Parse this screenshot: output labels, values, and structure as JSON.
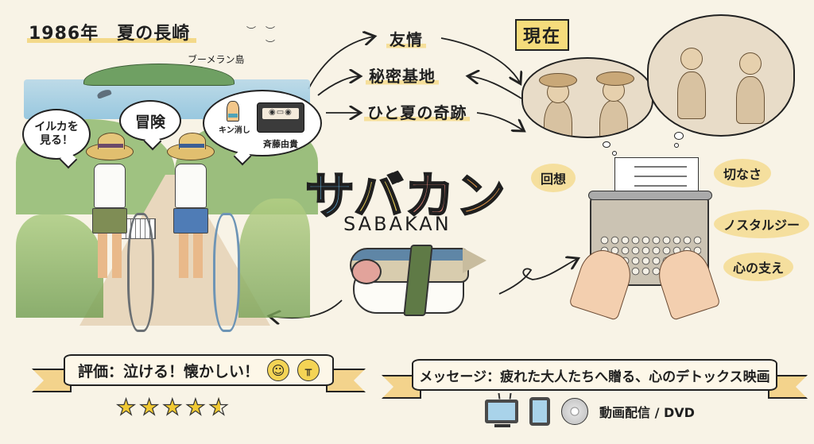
{
  "header": {
    "title": "1986年　夏の長崎"
  },
  "scene": {
    "island_label": "ブーメラン島",
    "bubbles": {
      "dolphin": "イルカを\n見る！",
      "adventure": "冒険",
      "items": [
        {
          "label": "キン消し",
          "icon": "kinkeshi-figure-icon"
        },
        {
          "label": "斉藤由貴",
          "icon": "cassette-tape-icon"
        }
      ]
    }
  },
  "keywords": [
    "友情",
    "秘密基地",
    "ひと夏の奇跡"
  ],
  "present": {
    "label": "現在"
  },
  "logo": {
    "chars": [
      "サ",
      "バ",
      "カ",
      "ン"
    ],
    "romaji": "SABAKAN",
    "colors": [
      "#62b4e4",
      "#f0d45a",
      "#f08b7e",
      "#f2a24e",
      "#5fa9e0"
    ]
  },
  "emotions": [
    "回想",
    "切なさ",
    "ノスタルジー",
    "心の支え"
  ],
  "rating": {
    "text": "評価：泣ける！懐かしい！",
    "faces": [
      "smiling-face-icon",
      "crying-face-icon"
    ],
    "stars": 4.5,
    "max_stars": 5,
    "star_glyphs": {
      "full": "★",
      "half": "★",
      "empty": "☆"
    }
  },
  "message": {
    "text": "メッセージ：疲れた大人たちへ贈る、心のデトックス映画",
    "media": [
      "tv-icon",
      "tablet-icon",
      "dvd-disc-icon"
    ],
    "media_label": "動画配信 / DVD"
  },
  "colors": {
    "background": "#f8f3e6",
    "highlight": "#f6df9a",
    "present_box": "#f6dc7c",
    "ribbon_tail": "#f3d38c",
    "star": "#f1c933"
  }
}
